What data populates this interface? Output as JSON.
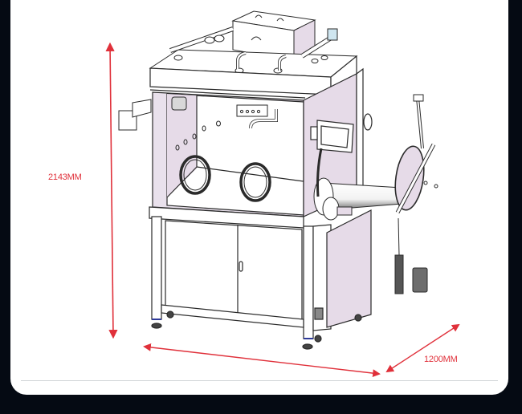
{
  "figure": {
    "subject": "glovebox technical drawing",
    "dimensions": {
      "height_label": "2143MM",
      "depth_label": "1200MM"
    },
    "colors": {
      "background": "#050a13",
      "card": "#ffffff",
      "dimension_lines": "#e0303a",
      "panel_tint": "#e6dbe8",
      "line_art": "#2a2a2a",
      "divider": "#cfd3d6"
    }
  }
}
